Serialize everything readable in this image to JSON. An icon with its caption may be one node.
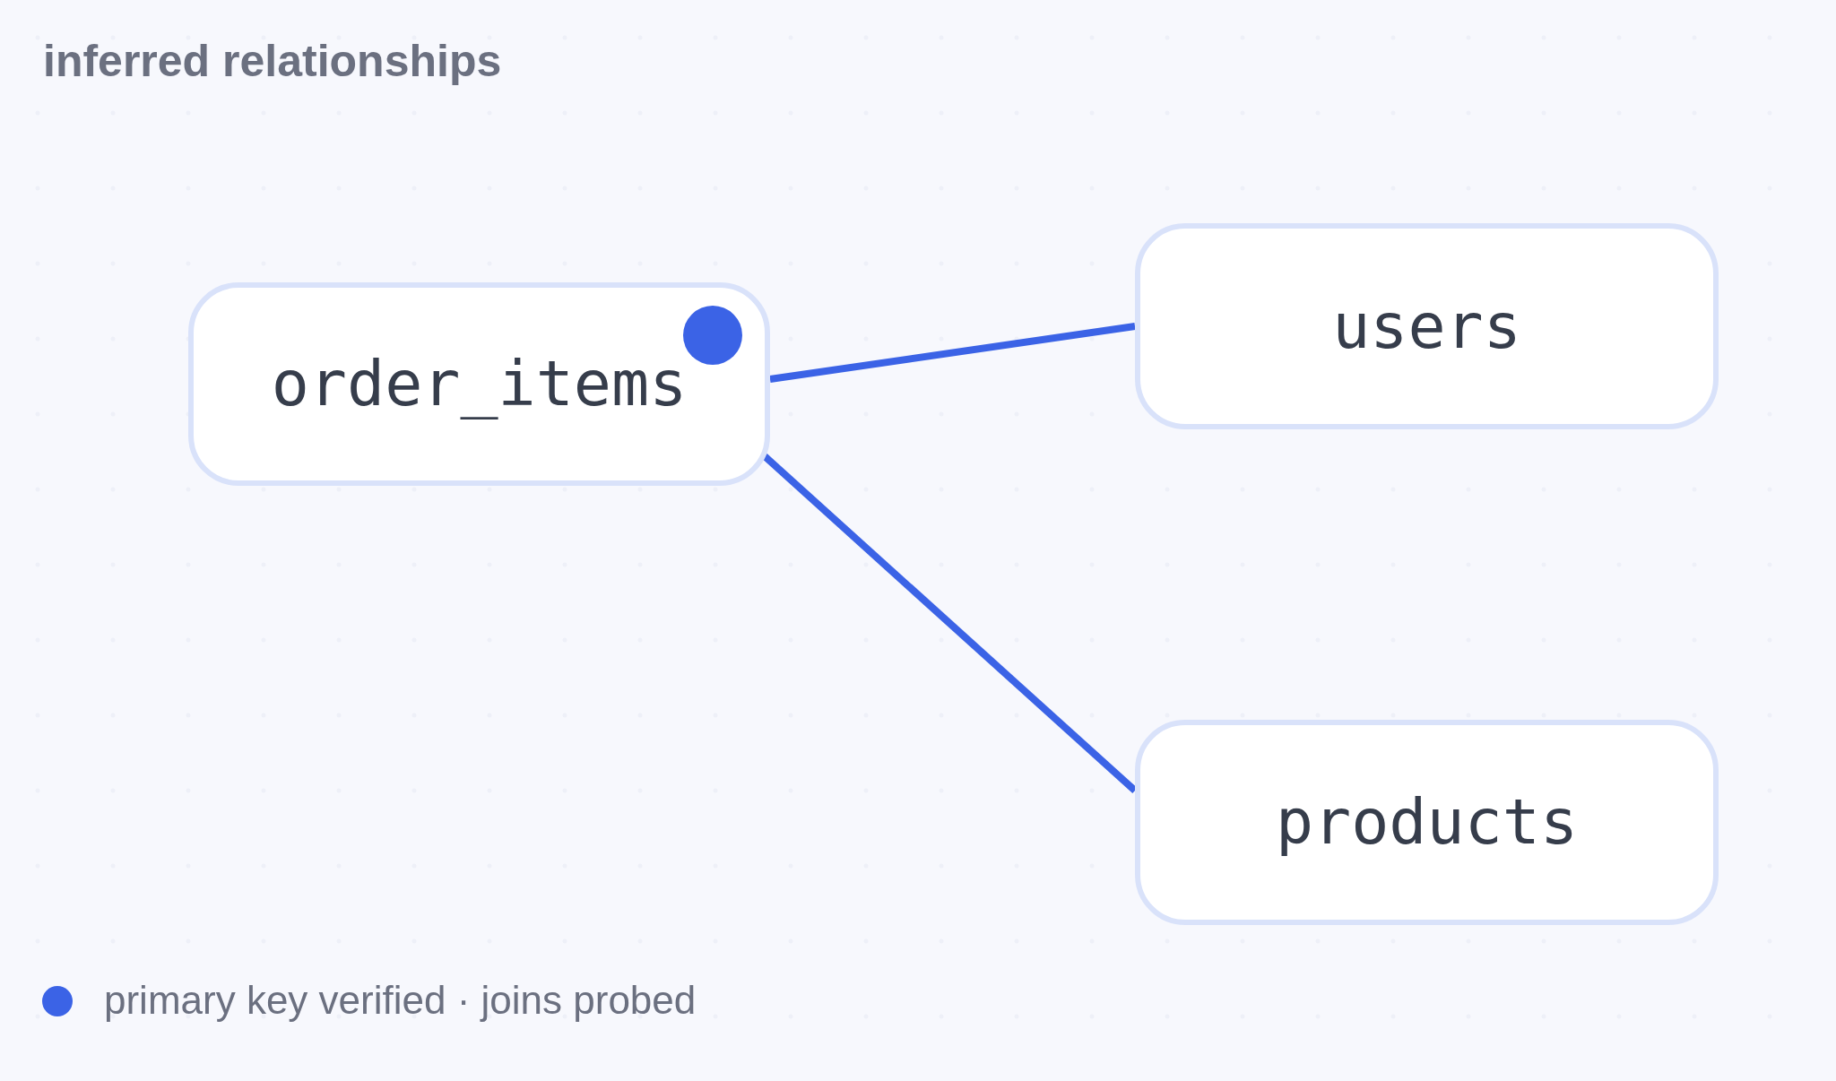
{
  "diagram": {
    "title": "inferred relationships",
    "nodes": [
      {
        "text": [
          "order_items"
        ]
      },
      {
        "text": [
          "users"
        ]
      },
      {
        "text": [
          "products"
        ]
      }
    ],
    "edges": [
      {
        "from": 0,
        "to": 1,
        "arrow": "none"
      },
      {
        "from": 0,
        "to": 2,
        "arrow": "none"
      }
    ],
    "legend": [
      {
        "text": "primary key verified · joins probed",
        "color": "#3b63e6"
      }
    ]
  }
}
